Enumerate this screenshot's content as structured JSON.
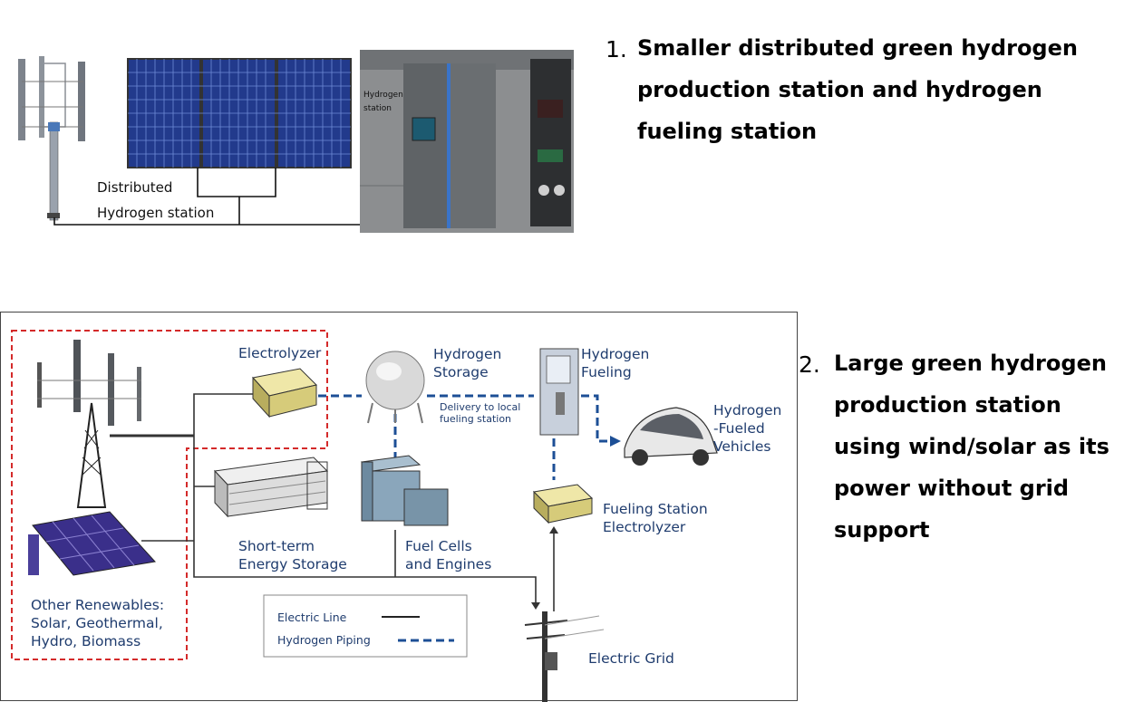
{
  "top_panel": {
    "label_line1": "Distributed",
    "label_line2": "Hydrogen station",
    "station_sign_line1": "Hydrogen",
    "station_sign_line2": "station"
  },
  "item1": {
    "number": "1.",
    "line1": "Smaller distributed green hydrogen",
    "line2": "production station and hydrogen",
    "line3": "fueling station"
  },
  "item2": {
    "number": "2.",
    "line1": "Large green hydrogen",
    "line2": "production station",
    "line3": "using wind/solar as its",
    "line4": "power without grid",
    "line5": "support"
  },
  "diagram": {
    "electrolyzer": "Electrolyzer",
    "storage_line1": "Hydrogen",
    "storage_line2": "Storage",
    "fueling_line1": "Hydrogen",
    "fueling_line2": "Fueling",
    "delivery_line1": "Delivery to local",
    "delivery_line2": "fueling station",
    "vehicles_line1": "Hydrogen",
    "vehicles_line2": "-Fueled",
    "vehicles_line3": "Vehicles",
    "station_elec_line1": "Fueling Station",
    "station_elec_line2": "Electrolyzer",
    "short_term_line1": "Short-term",
    "short_term_line2": "Energy Storage",
    "fuel_cells_line1": "Fuel Cells",
    "fuel_cells_line2": "and Engines",
    "renewables_line1": "Other Renewables:",
    "renewables_line2": "Solar, Geothermal,",
    "renewables_line3": "Hydro, Biomass",
    "grid": "Electric Grid",
    "legend_electric": "Electric Line",
    "legend_hydrogen": "Hydrogen Piping"
  },
  "colors": {
    "hydrogen_pipe": "#1d4f96",
    "boundary": "#d42a2a",
    "panel": "#223a8c",
    "label_text": "#1f3c6e"
  }
}
